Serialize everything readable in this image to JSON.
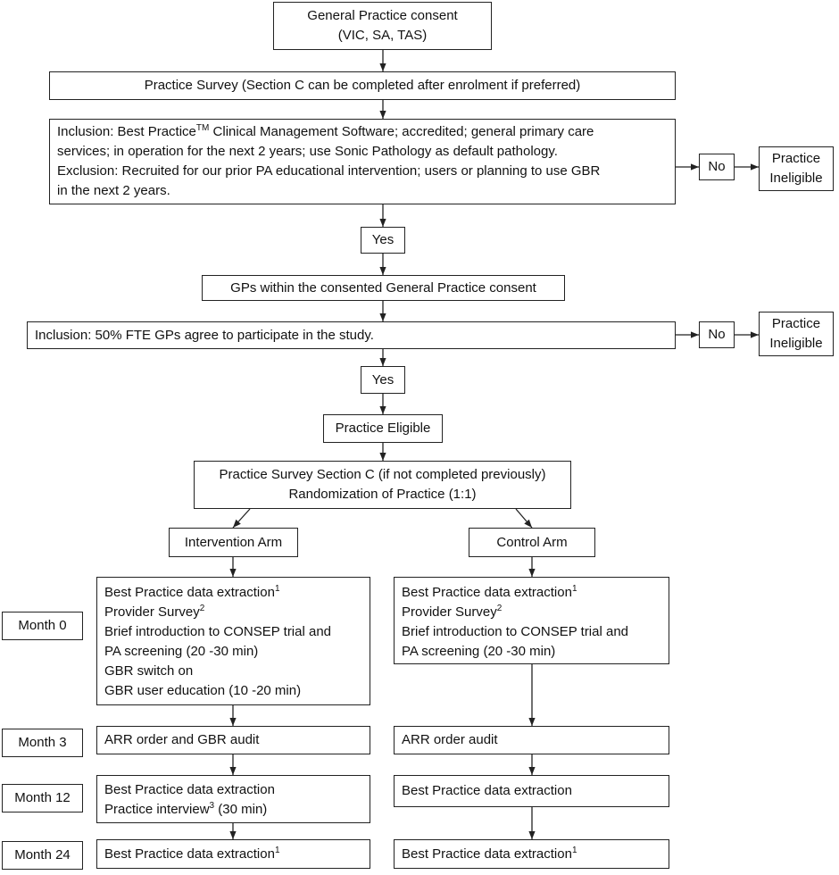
{
  "nodes": {
    "consent": [
      "General Practice consent",
      "(VIC, SA, TAS)"
    ],
    "survey": "Practice Survey (Section C can be completed after enrolment if preferred)",
    "criteria1": [
      "Inclusion: Best Practice",
      "TM",
      " Clinical Management Software; accredited; general primary care",
      "services; in operation for the next 2 years; use Sonic Pathology as default pathology.",
      "Exclusion: Recruited for our prior PA educational intervention; users or planning to use GBR",
      "in the next 2 years."
    ],
    "no1": "No",
    "ineligible1": [
      "Practice",
      "Ineligible"
    ],
    "yes1": "Yes",
    "gps": "GPs within the consented General Practice consent",
    "criteria2": "Inclusion: 50% FTE GPs agree to participate in the study.",
    "no2": "No",
    "ineligible2": [
      "Practice",
      "Ineligible"
    ],
    "yes2": "Yes",
    "eligible": "Practice Eligible",
    "randomization": [
      "Practice Survey Section C (if not completed previously)",
      "Randomization of Practice (1:1)"
    ],
    "intervention_arm": "Intervention Arm",
    "control_arm": "Control Arm",
    "int_m0": {
      "extraction": "Best Practice data extraction",
      "extraction_sup": "1",
      "provider": "Provider Survey",
      "provider_sup": "2",
      "intro1": "Brief introduction to CONSEP trial and",
      "intro2": "PA screening (20 -30 min)",
      "switch": "GBR switch on",
      "education": "GBR user education (10 -20 min)"
    },
    "ctl_m0": {
      "extraction": "Best Practice data extraction",
      "extraction_sup": "1",
      "provider": "Provider Survey",
      "provider_sup": "2",
      "intro1": "Brief introduction to CONSEP trial and",
      "intro2": "PA screening (20 -30 min)"
    },
    "int_m3": "ARR order and GBR audit",
    "ctl_m3": "ARR order audit",
    "int_m12": {
      "extraction": "Best Practice data extraction",
      "interview_a": "Practice interview",
      "interview_sup": "3",
      "interview_b": " (30 min)"
    },
    "ctl_m12": "Best Practice data extraction",
    "int_m24": {
      "text": "Best Practice data extraction",
      "sup": "1"
    },
    "ctl_m24": {
      "text": "Best Practice data extraction",
      "sup": "1"
    }
  },
  "timeline": {
    "m0": "Month 0",
    "m3": "Month 3",
    "m12": "Month 12",
    "m24": "Month 24"
  }
}
